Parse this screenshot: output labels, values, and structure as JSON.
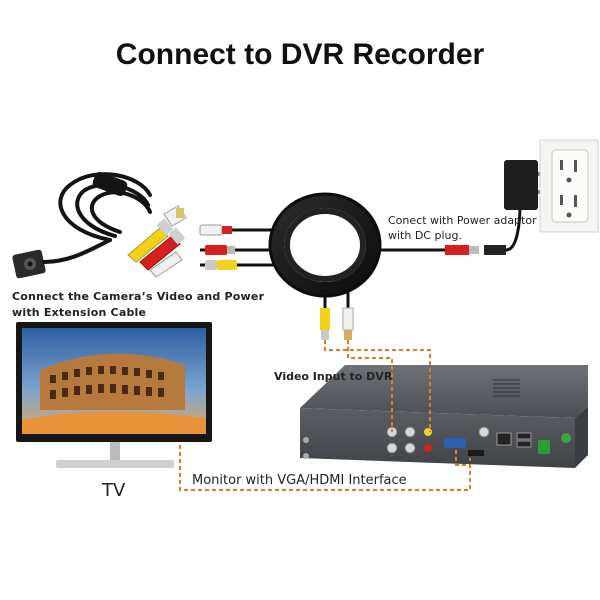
{
  "title": "Connect to DVR Recorder",
  "labels": {
    "camera_line1": "Connect the Camera’s Video and Power",
    "camera_line2": "with Extension Cable",
    "power_line1": "Conect with Power adaptor",
    "power_line2": "with DC plug.",
    "video_input": "Video Input to DVR",
    "monitor": "Monitor with VGA/HDMI Interface",
    "tv": "TV"
  },
  "colors": {
    "cable": "#1a1a1a",
    "rca_yellow": "#f2d21b",
    "rca_red": "#d81f1f",
    "rca_white": "#eeeeee",
    "dashed_line": "#e07a2a",
    "dvr_body": "#5a5d62",
    "screen_sky": "#3b6fb0"
  },
  "icons": [
    "camera-icon",
    "av-cable-icon",
    "coil-cable-icon",
    "power-adapter-icon",
    "wall-outlet-icon",
    "tv-monitor-icon",
    "dvr-recorder-icon"
  ]
}
